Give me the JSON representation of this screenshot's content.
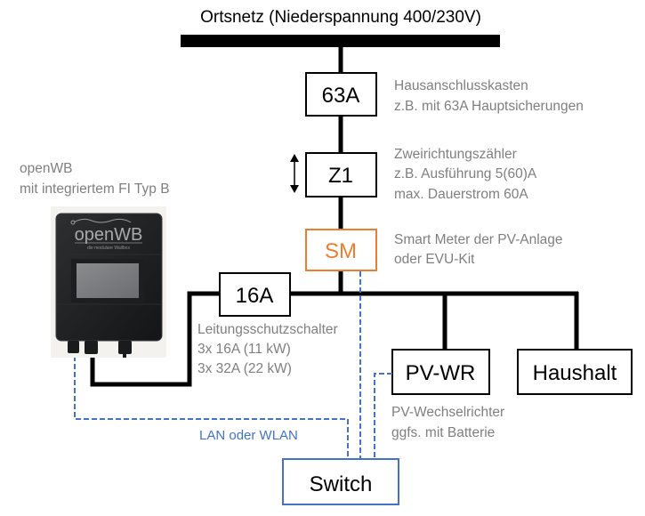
{
  "title": "Ortsnetz (Niederspannung 400/230V)",
  "colors": {
    "power_line": "#000000",
    "data_line": "#4472c4",
    "smart_meter": "#ed7d31",
    "note_text": "#7f7f7f"
  },
  "nodes": {
    "main_fuse": {
      "label": "63A",
      "note": [
        "Hausanschlusskasten",
        "z.B. mit 63A Hauptsicherungen"
      ]
    },
    "meter": {
      "label": "Z1",
      "note": [
        "Zweirichtungszähler",
        "z.B. Ausführung 5(60)A",
        "max. Dauerstrom 60A"
      ]
    },
    "smart_meter": {
      "label": "SM",
      "note": [
        "Smart Meter der PV-Anlage",
        "oder EVU-Kit"
      ]
    },
    "breaker": {
      "label": "16A",
      "note": [
        "Leitungsschutzschalter",
        "3x 16A (11 kW)",
        "3x 32A (22 kW)"
      ]
    },
    "inverter": {
      "label": "PV-WR",
      "note": [
        "PV-Wechselrichter",
        "ggfs. mit Batterie"
      ]
    },
    "household": {
      "label": "Haushalt"
    },
    "switch": {
      "label": "Switch"
    },
    "wallbox": {
      "note": [
        "openWB",
        "mit integriertem FI Typ B"
      ],
      "logo": "openWB",
      "tagline": "die modulare Wallbox"
    }
  },
  "links": {
    "lan_label": "LAN oder WLAN"
  },
  "icons": {
    "meter_direction": "bidirectional-arrow-icon"
  }
}
